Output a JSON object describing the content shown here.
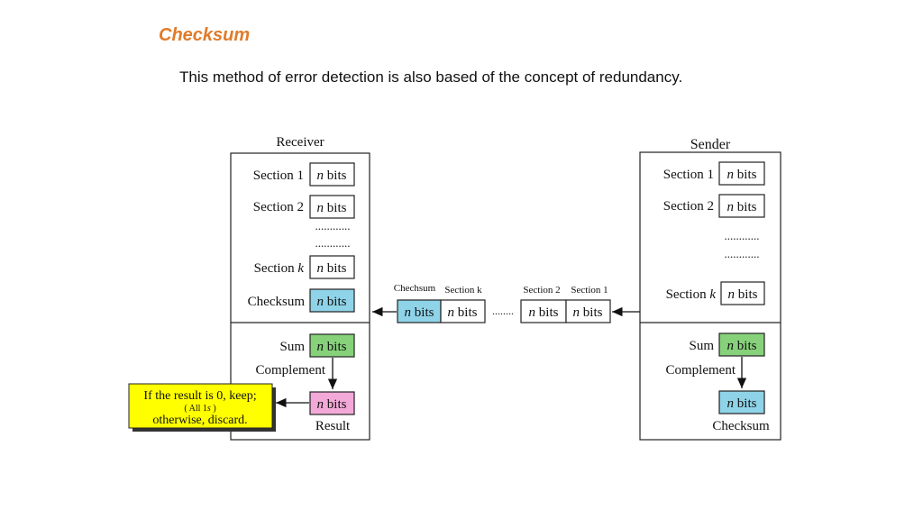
{
  "header": {
    "title": "Checksum",
    "subtitle": "This method of error detection is also based of the concept of redundancy."
  },
  "colors": {
    "title": "#e07b2a",
    "checksum_fill": "#8fd3e8",
    "sum_fill": "#86d17a",
    "result_fill": "#f3a9d8",
    "callout_fill": "#ffff00"
  },
  "receiver": {
    "title": "Receiver",
    "section1_label": "Section 1",
    "section2_label": "Section 2",
    "sectionk_label_prefix": "Section",
    "sectionk_label_var": "k",
    "checksum_label": "Checksum",
    "dots1": "............",
    "dots2": "............",
    "sum_label": "Sum",
    "complement_label": "Complement",
    "result_label": "Result"
  },
  "sender": {
    "title": "Sender",
    "section1_label": "Section 1",
    "section2_label": "Section 2",
    "sectionk_label_prefix": "Section",
    "sectionk_label_var": "k",
    "dots1": "............",
    "dots2": "............",
    "sum_label": "Sum",
    "complement_label": "Complement",
    "checksum_label": "Checksum"
  },
  "bits": {
    "var": "n",
    "word": "bits"
  },
  "transmission": {
    "checksum_header": "Chechsum",
    "sectionk_header": "Section k",
    "section2_header": "Section 2",
    "section1_header": "Section 1",
    "gap_dots": "........"
  },
  "callout": {
    "line1": "If the result is 0, keep;",
    "line2_open": "( All 1",
    "line2_var": "s",
    "line2_close": " )",
    "line3": "otherwise, discard."
  }
}
